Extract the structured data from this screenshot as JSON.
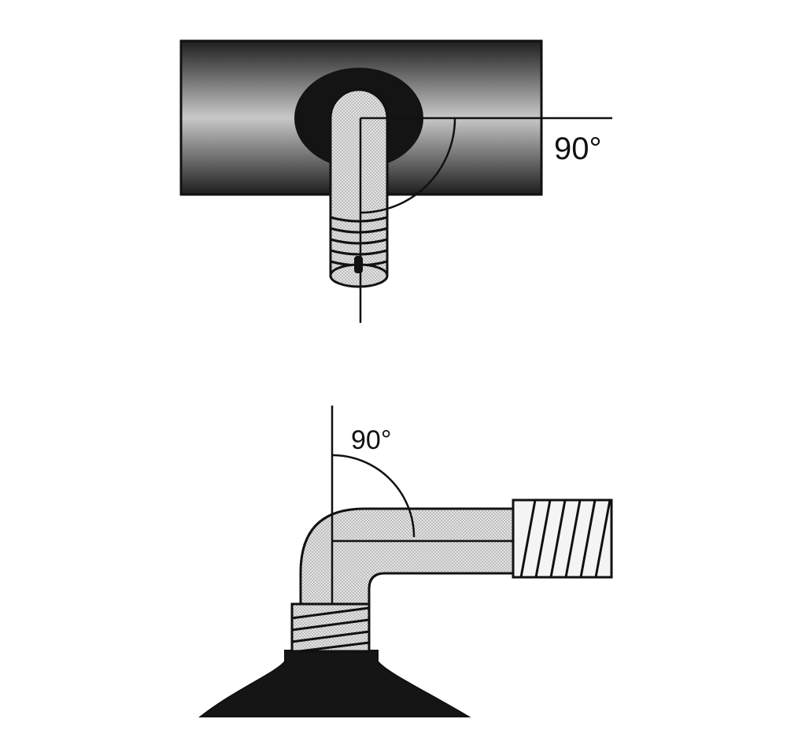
{
  "diagrams": [
    {
      "view": "top",
      "angle_label": "90°"
    },
    {
      "view": "side",
      "angle_label": "90°"
    }
  ],
  "colors": {
    "tube_dark": "#2b2b2b",
    "tube_light": "#bdbdbd",
    "rubber": "#1a1a1a",
    "stem_fill": "#d2d2d2",
    "line": "#111111",
    "background": "#ffffff"
  }
}
